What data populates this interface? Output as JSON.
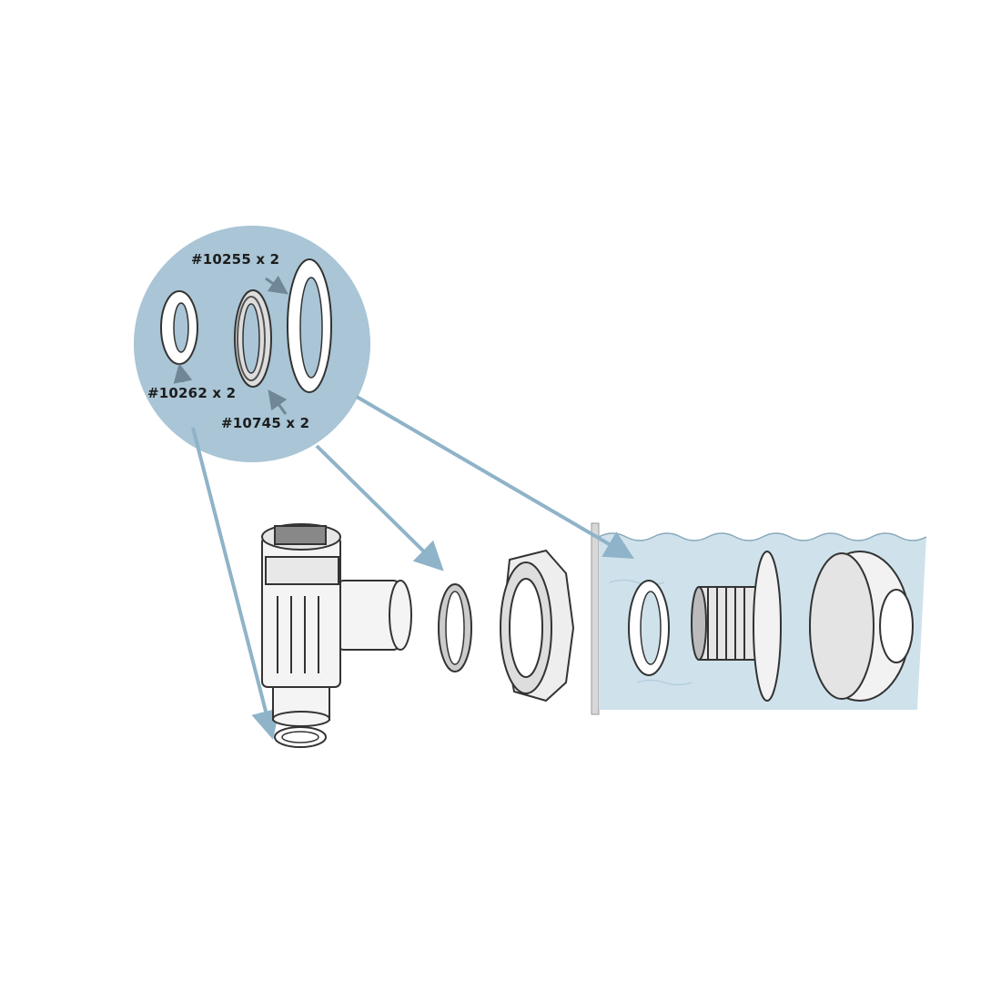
{
  "diagram": {
    "parts": [
      {
        "id": "gasket-large",
        "label": "#10255 x 2"
      },
      {
        "id": "gasket-small",
        "label": "#10262 x 2"
      },
      {
        "id": "gasket-stepped",
        "label": "#10745 x 2"
      }
    ],
    "colors": {
      "callout_circle": "#a9c5d6",
      "pool_water": "#cfe2ec",
      "arrow": "#8fb3c8",
      "part_stroke": "#2a2a2a"
    }
  }
}
